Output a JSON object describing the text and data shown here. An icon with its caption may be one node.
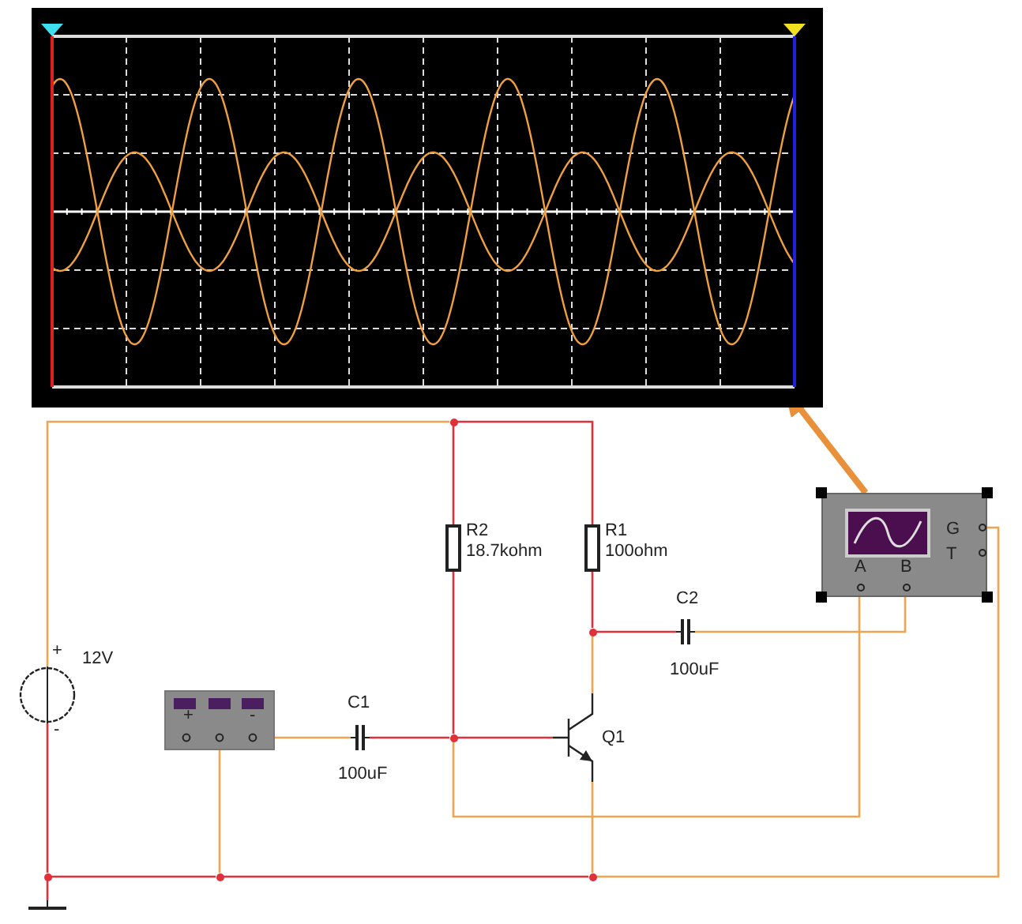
{
  "diagram": {
    "nodes": [
      {
        "text": [],
        "shape": "picture"
      },
      {
        "text": [
          "A",
          "B",
          "G",
          "T"
        ]
      },
      {
        "text": [
          "+",
          "-"
        ]
      },
      {
        "text": [],
        "shape": "circle",
        "beside": [
          "+",
          "12V",
          "-"
        ]
      },
      {
        "text": [],
        "shape": "ground"
      },
      {
        "text": [],
        "shape": "resistor",
        "beside": [
          "R2",
          "18.7kohm"
        ]
      },
      {
        "text": [],
        "shape": "resistor",
        "beside": [
          "R1",
          "100ohm"
        ]
      },
      {
        "text": [],
        "shape": "capacitor",
        "beside": [
          "C1",
          "100uF"
        ]
      },
      {
        "text": [],
        "shape": "capacitor",
        "beside": [
          "C2",
          "100uF"
        ]
      },
      {
        "text": [],
        "shape": "transistor",
        "beside": [
          "Q1"
        ]
      },
      {
        "text": [],
        "shape": "dot"
      },
      {
        "text": [],
        "shape": "dot"
      },
      {
        "text": [],
        "shape": "dot"
      },
      {
        "text": [],
        "shape": "dot"
      },
      {
        "text": [],
        "shape": "dot"
      },
      {
        "text": [],
        "shape": "dot"
      }
    ],
    "edges": [
      {
        "from": 1,
        "to": 0,
        "arrow": "to",
        "style": "thick",
        "color": "#e8913a"
      },
      {
        "from": 3,
        "to": 10,
        "arrow": "none",
        "color": "#f0a350"
      },
      {
        "from": 10,
        "to": 5,
        "arrow": "none"
      },
      {
        "from": 10,
        "to": 6,
        "arrow": "none"
      },
      {
        "from": 5,
        "to": 11,
        "arrow": "none"
      },
      {
        "from": 7,
        "to": 11,
        "arrow": "none"
      },
      {
        "from": 11,
        "to": 9,
        "arrow": "none"
      },
      {
        "from": 2,
        "to": 7,
        "arrow": "none",
        "color": "#f0a350"
      },
      {
        "from": 11,
        "to": 1,
        "arrow": "none",
        "color": "#f0a350"
      },
      {
        "from": 6,
        "to": 12,
        "arrow": "none"
      },
      {
        "from": 12,
        "to": 8,
        "arrow": "none"
      },
      {
        "from": 12,
        "to": 9,
        "arrow": "none",
        "color": "#f0a350"
      },
      {
        "from": 8,
        "to": 1,
        "arrow": "none",
        "color": "#f0a350"
      },
      {
        "from": 3,
        "to": 13,
        "arrow": "none"
      },
      {
        "from": 13,
        "to": 4,
        "arrow": "none"
      },
      {
        "from": 13,
        "to": 14,
        "arrow": "none"
      },
      {
        "from": 2,
        "to": 14,
        "arrow": "none",
        "color": "#f0a350"
      },
      {
        "from": 14,
        "to": 15,
        "arrow": "none"
      },
      {
        "from": 9,
        "to": 15,
        "arrow": "none",
        "color": "#f0a350"
      },
      {
        "from": 15,
        "to": 1,
        "arrow": "none",
        "color": "#f0a350"
      }
    ]
  }
}
